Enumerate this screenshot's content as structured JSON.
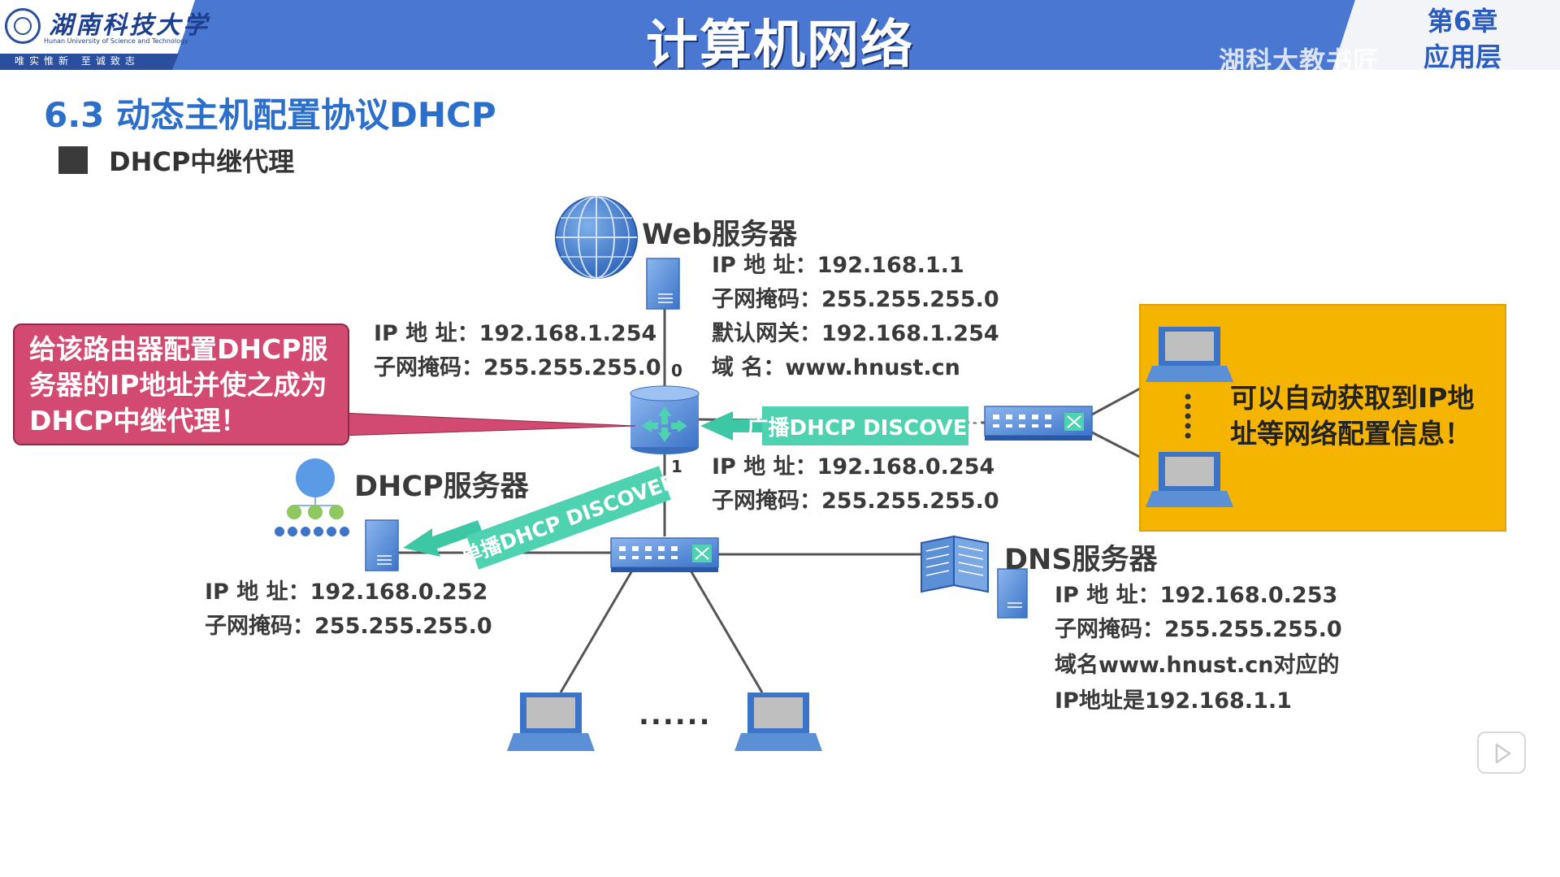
{
  "colors": {
    "banner_blue": "#4a77d1",
    "accent_blue": "#2c6fca",
    "callout_red": "#d24a72",
    "callout_yellow": "#f5b400",
    "arrow_teal": "#3ec7a5",
    "device_blue": "#5b8fd6"
  },
  "header": {
    "university_name": "湖南科技大学",
    "university_en": "Hunan University of Science and Technology",
    "motto": "唯实惟新  至诚致志",
    "course_title": "计算机网络",
    "watermark": "湖科大教书匠",
    "chapter_line1": "第6章",
    "chapter_line2": "应用层"
  },
  "slide": {
    "section_title": "6.3 动态主机配置协议DHCP",
    "bullet": "DHCP中继代理"
  },
  "web_server": {
    "title": "Web服务器",
    "ip": "IP 地  址：192.168.1.1",
    "mask": "子网掩码：255.255.255.0",
    "gateway": "默认网关：192.168.1.254",
    "domain": "域       名：www.hnust.cn",
    "icon": "globe-icon"
  },
  "router": {
    "if0_ip": "IP 地  址：192.168.1.254",
    "if0_mask": "子网掩码：255.255.255.0",
    "if1_ip": "IP 地  址：192.168.0.254",
    "if1_mask": "子网掩码：255.255.255.0",
    "port0": "0",
    "port1": "1",
    "icon": "router-icon"
  },
  "dhcp_server": {
    "title": "DHCP服务器",
    "ip": "IP 地  址：192.168.0.252",
    "mask": "子网掩码：255.255.255.0",
    "icon": "org-chart-icon"
  },
  "dns_server": {
    "title": "DNS服务器",
    "ip": "IP 地  址：192.168.0.253",
    "mask": "子网掩码：255.255.255.0",
    "note1": "域名www.hnust.cn对应的",
    "note2": "IP地址是192.168.1.1",
    "icon": "book-icon"
  },
  "labels": {
    "broadcast": "广播DHCP DISCOVER",
    "unicast": "单播DHCP DISCOVER",
    "ellipsis": "......"
  },
  "callouts": {
    "relay_line1": "给该路由器配置DHCP服",
    "relay_line2": "务器的IP地址并使之成为",
    "relay_line3": "DHCP中继代理！",
    "auto_line1": "可以自动获取到IP地",
    "auto_line2": "址等网络配置信息！"
  }
}
